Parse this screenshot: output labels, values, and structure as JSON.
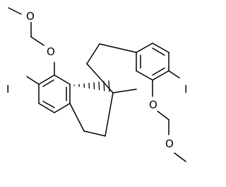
{
  "molecule": {
    "atom_labels": {
      "o_methoxy_top": "O",
      "o_aryl_left": "O",
      "iodine_left": "I",
      "iodine_right": "I",
      "o_aryl_right": "O",
      "o_methoxy_bottom": "O"
    }
  }
}
